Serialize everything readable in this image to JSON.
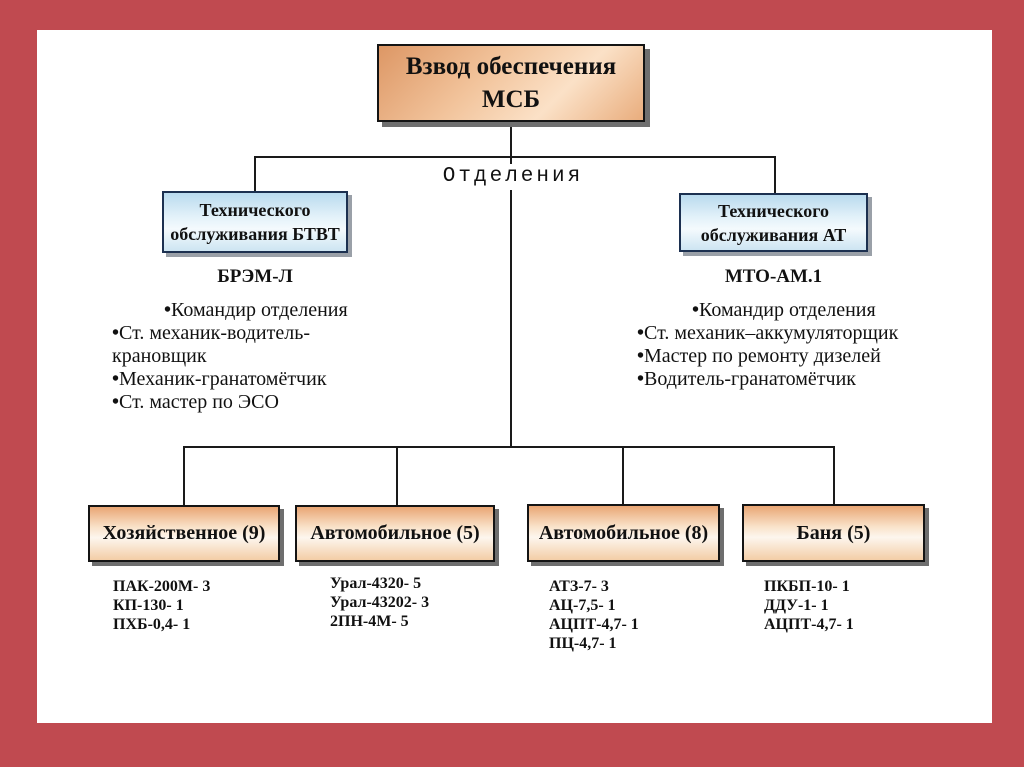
{
  "root_unit": {
    "title_line1": "Взвод обеспечения",
    "title_line2": "МСБ"
  },
  "sections_label": "Отделения",
  "left_branch": {
    "box_label": "Технического обслуживания БТВТ",
    "vehicle": "БРЭМ-Л",
    "personnel": [
      "Командир отделения",
      "Ст. механик-водитель-крановщик",
      "Механик-гранатомётчик",
      "Ст. мастер по ЭСО"
    ]
  },
  "right_branch": {
    "box_label": "Технического обслуживания АТ",
    "vehicle": "МТО-АМ.1",
    "personnel": [
      "Командир отделения",
      "Ст. механик–аккумуляторщик",
      "Мастер по ремонту дизелей",
      "Водитель-гранатомётчик"
    ]
  },
  "bottom_units": [
    {
      "label": "Хозяйственное (9)",
      "equipment": [
        "ПАК-200М- 3",
        "КП-130- 1",
        "ПХБ-0,4- 1"
      ]
    },
    {
      "label": "Автомобильное (5)",
      "equipment": [
        "Урал-4320- 5",
        "Урал-43202- 3",
        "2ПН-4М- 5"
      ]
    },
    {
      "label": "Автомобильное (8)",
      "equipment": [
        "АТЗ-7- 3",
        "АЦ-7,5- 1",
        "АЦПТ-4,7- 1",
        "ПЦ-4,7- 1"
      ]
    },
    {
      "label": "Баня (5)",
      "equipment": [
        "ПКБП-10- 1",
        "ДДУ-1- 1",
        "АЦПТ-4,7- 1"
      ]
    }
  ],
  "colors": {
    "frame_red": "#c04a50",
    "panel_white": "#ffffff",
    "box_orange_dark": "#e9a674",
    "box_orange_light": "#fdf6ee",
    "box_blue_light": "#e2f1f9",
    "box_blue_border": "#1c3050",
    "line_black": "#1a1a1a",
    "shadow_gray": "#6e6e6e"
  }
}
